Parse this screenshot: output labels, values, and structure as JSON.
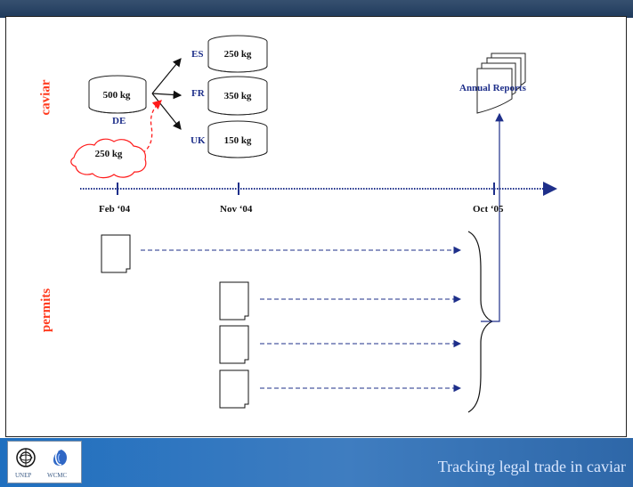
{
  "labels": {
    "caviar": "caviar",
    "permits": "permits",
    "annual_reports": "Annual Reports",
    "footer_title": "Tracking legal trade in caviar"
  },
  "countries": [
    {
      "code": "ES",
      "amount": "250 kg"
    },
    {
      "code": "FR",
      "amount": "350 kg"
    },
    {
      "code": "UK",
      "amount": "150 kg"
    }
  ],
  "source": {
    "code": "DE",
    "amount": "500 kg"
  },
  "cloud": {
    "amount": "250 kg"
  },
  "timeline": {
    "ticks": [
      "Feb ‘04",
      "Nov ‘04",
      "Oct ‘05"
    ]
  },
  "logos": {
    "left": "UNEP",
    "right": "WCMC"
  },
  "colors": {
    "accent": "#ff3b1f",
    "navy": "#1e2f8a",
    "footer": "#2e67a8",
    "dashed_red": "#ff1a1a"
  }
}
